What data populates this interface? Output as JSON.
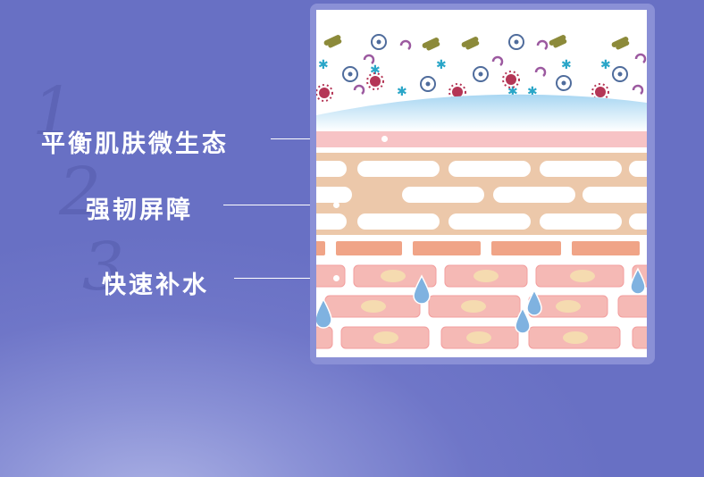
{
  "steps": [
    {
      "number": "1",
      "label": "平衡肌肤微生态"
    },
    {
      "number": "2",
      "label": "强韧屏障"
    },
    {
      "number": "3",
      "label": "快速补水"
    }
  ],
  "colors": {
    "background": "#6870c4",
    "frame": "#8a90d6",
    "microbe_layer": "#d4eaf6",
    "pink_band": "#f7c3c5",
    "tan_layer": "#ecc8aa",
    "brick": "#f0a487",
    "cell": "#f5b9b5",
    "nucleus": "#f5dbb0",
    "water_drop": "#7fb2e0"
  },
  "icons": [
    "bacteria-icon",
    "virus-icon",
    "spore-icon",
    "star-icon",
    "water-drop-icon"
  ]
}
